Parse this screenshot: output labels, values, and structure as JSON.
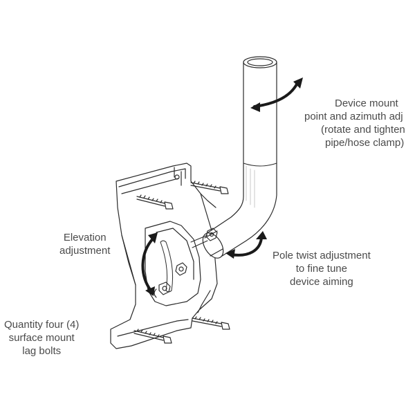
{
  "labels": {
    "device_mount": [
      "Device mount",
      "point and azimuth adj",
      "(rotate and tighten",
      "pipe/hose clamp)"
    ],
    "elevation": [
      "Elevation",
      "adjustment"
    ],
    "pole_twist": [
      "Pole twist adjustment",
      "to fine tune",
      "device aiming"
    ],
    "lag_bolts": [
      "Quantity four (4)",
      "surface mount",
      "lag bolts"
    ]
  },
  "colors": {
    "stroke": "#2a2a2a",
    "text": "#4a4a4a",
    "arrow": "#1a1a1a",
    "pipe_fill": "#ffffff"
  }
}
